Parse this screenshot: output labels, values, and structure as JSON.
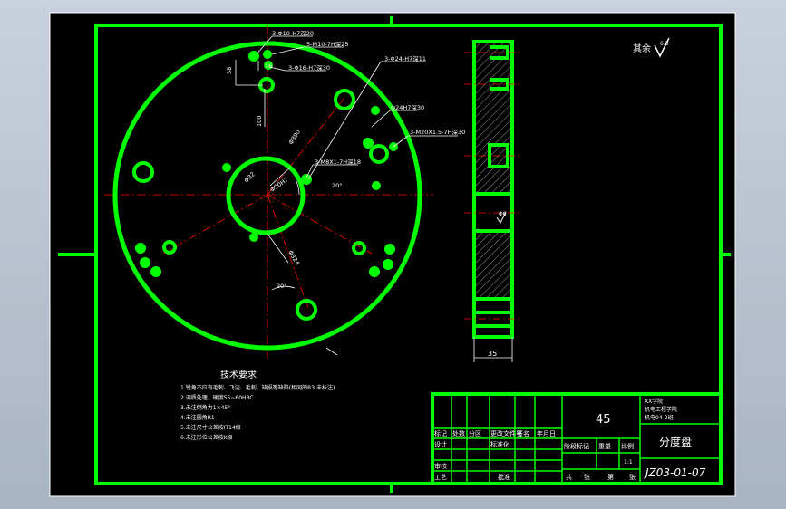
{
  "drawing": {
    "roughness_note": "其余",
    "roughness_value": "6.3",
    "technical_requirements": {
      "title": "技术要求",
      "lines": [
        "1.锐角不应有毛刺、飞边、毛刺、缺损等缺陷(相同的R3 未标注)",
        "2.调质处理，硬度55~60HRC",
        "3.未注倒角为1×45°",
        "4.未注圆角R1",
        "5.未注尺寸公差按IT14级",
        "6.未注形位公差按K级"
      ]
    },
    "annotations": {
      "a1": "3-Φ10-H7深20",
      "a2": "5-M10-7H深25",
      "a3": "3-Φ16-H7深30",
      "a4": "3-Φ24-H7深11",
      "a5": "Φ24H7深30",
      "a6": "3-M20X1.5-7H深30",
      "a7": "3-M8X1-7H深18",
      "a8": "Φ390",
      "a9": "Φ90H7",
      "a10": "Φ324",
      "d38": "38",
      "d16": "16",
      "d100": "100",
      "d20a": "20°",
      "d20b": "20°",
      "d35": "35",
      "r32": "Φ32",
      "r66": "Φ6"
    },
    "title_block": {
      "material": "45",
      "school": "XX学院",
      "dept": "机电工程学院",
      "cls": "机电04-2班",
      "part_name": "分度盘",
      "drawing_no": "JZ03-01-07",
      "scale": "1:1",
      "h_mark": "标记",
      "h_count": "处数",
      "h_zone": "分区",
      "h_doc": "更改文件号",
      "h_sign": "签名",
      "h_date": "年月日",
      "h_design": "设计",
      "h_std": "标准化",
      "h_stage": "阶段标记",
      "h_weight": "重量",
      "h_ratio": "比例",
      "h_review": "审核",
      "h_process": "工艺",
      "h_approve": "批准",
      "h_total": "共",
      "h_sheet": "张",
      "h_of": "第",
      "h_sheet2": "张"
    }
  },
  "colors": {
    "sheet": "#000000",
    "outline": "#00ff00",
    "centerline": "#ff0000",
    "text": "#ffffff",
    "hatch": "#ffffff"
  }
}
